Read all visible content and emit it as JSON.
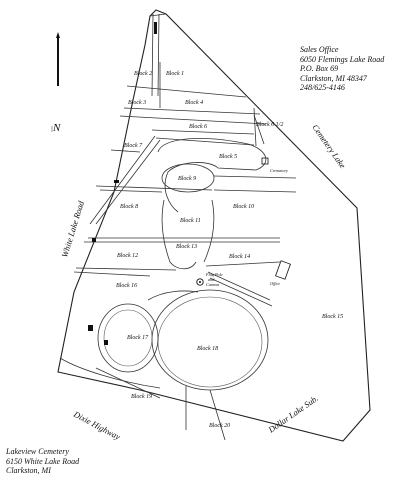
{
  "sales_office": {
    "title": "Sales Office",
    "address": "6050 Flemings Lake Road",
    "po_box": "P.O. Box 69",
    "city": "Clarkston, MI 48347",
    "phone": "248/625-4146"
  },
  "cemetery_info": {
    "name": "Lakeview Cemetery",
    "address": "6150 White Lake Road",
    "city": "Clarkston, MI"
  },
  "roads": {
    "white_lake": "White Lake Road",
    "dixie": "Dixie Highway",
    "cemetery_lake": "Cemetery Lake",
    "dollar_lake": "Dollar Lake Sub."
  },
  "north": "N",
  "features": {
    "crematory": "Crematory",
    "flag_pole_1": "Flag Pole",
    "flag_pole_2": "and",
    "flag_pole_3": "Cannon",
    "office": "Office"
  },
  "blocks": {
    "b1": "Block 1",
    "b2": "Block 2",
    "b3": "Block 3",
    "b4": "Block 4",
    "b5": "Block 5",
    "b6": "Block 6",
    "b6h": "Block 6 1/2",
    "b7": "Block 7",
    "b8": "Block 8",
    "b9": "Block 9",
    "b10": "Block 10",
    "b11": "Block 11",
    "b12": "Block 12",
    "b13": "Block 13",
    "b14": "Block 14",
    "b15": "Block 15",
    "b16": "Block 16",
    "b17": "Block 17",
    "b18": "Block 18",
    "b19": "Block 19",
    "b20": "Block 20"
  }
}
